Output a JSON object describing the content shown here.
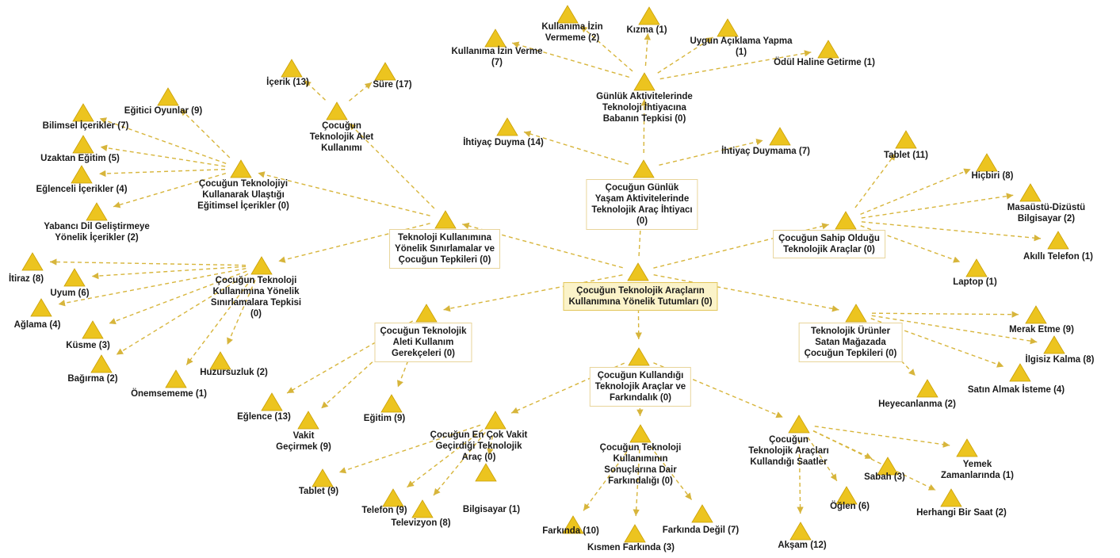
{
  "nodes": [
    {
      "id": "root",
      "label": "Çocuğun Teknolojik Araçların\nKullanımına Yönelik Tutumları (0)",
      "kind": "root"
    },
    {
      "id": "gunluk",
      "label": "Çocuğun Günlük\nYaşam Aktivitelerinde\nTeknolojik Araç İhtiyacı\n(0)",
      "kind": "box"
    },
    {
      "id": "babanin",
      "label": "Günlük Aktivitelerinde\nTeknoloji İhtiyacına\nBabanın Tepkisi (0)",
      "kind": "plain"
    },
    {
      "id": "izin_vermeme",
      "label": "Kullanıma İzin\nVermeme (2)",
      "kind": "plain"
    },
    {
      "id": "kizma",
      "label": "Kızma (1)",
      "kind": "plain"
    },
    {
      "id": "uygun",
      "label": "Uygun Açıklama Yapma\n(1)",
      "kind": "plain"
    },
    {
      "id": "izin_verme",
      "label": "Kullanıma İzin Verme\n(7)",
      "kind": "plain"
    },
    {
      "id": "odul",
      "label": "Ödül Haline Getirme (1)",
      "kind": "plain"
    },
    {
      "id": "ihtiyac_duyma",
      "label": "İhtiyaç Duyma (14)",
      "kind": "plain"
    },
    {
      "id": "ihtiyac_duymama",
      "label": "İhtiyaç Duymama (7)",
      "kind": "plain"
    },
    {
      "id": "sahip",
      "label": "Çocuğun Sahip Olduğu\nTeknolojik Araçlar (0)",
      "kind": "box"
    },
    {
      "id": "tablet11",
      "label": "Tablet (11)",
      "kind": "plain"
    },
    {
      "id": "hicbiri",
      "label": "Hiçbiri (8)",
      "kind": "plain"
    },
    {
      "id": "masaustu",
      "label": "Masaüstü-Dizüstü\nBilgisayar (2)",
      "kind": "plain"
    },
    {
      "id": "akilli",
      "label": "Akıllı Telefon (1)",
      "kind": "plain"
    },
    {
      "id": "laptop",
      "label": "Laptop (1)",
      "kind": "plain"
    },
    {
      "id": "magaza",
      "label": "Teknolojik Ürünler\nSatan Mağazada\nÇocuğun Tepkileri (0)",
      "kind": "box"
    },
    {
      "id": "merak",
      "label": "Merak Etme (9)",
      "kind": "plain"
    },
    {
      "id": "ilgisiz",
      "label": "İlgisiz Kalma (8)",
      "kind": "plain"
    },
    {
      "id": "satin",
      "label": "Satın Almak İsteme (4)",
      "kind": "plain"
    },
    {
      "id": "heyecan",
      "label": "Heyecanlanma (2)",
      "kind": "plain"
    },
    {
      "id": "farkindalik",
      "label": "Çocuğun Kullandığı\nTeknolojik Araçlar ve\nFarkındalık (0)",
      "kind": "box"
    },
    {
      "id": "saatler",
      "label": "Çocuğun\nTeknolojik Araçları\nKullandığı Saatler",
      "kind": "plain"
    },
    {
      "id": "yemek",
      "label": "Yemek\nZamanlarında (1)",
      "kind": "plain"
    },
    {
      "id": "sabah",
      "label": "Sabah (3)",
      "kind": "plain"
    },
    {
      "id": "herhangi",
      "label": "Herhangi Bir Saat (2)",
      "kind": "plain"
    },
    {
      "id": "oglen",
      "label": "Öğlen (6)",
      "kind": "plain"
    },
    {
      "id": "aksam",
      "label": "Akşam (12)",
      "kind": "plain"
    },
    {
      "id": "sonuclar",
      "label": "Çocuğun Teknoloji\nKullanımının\nSonuçlarına Dair\nFarkındalığı (0)",
      "kind": "plain"
    },
    {
      "id": "farkinda",
      "label": "Farkında (10)",
      "kind": "plain"
    },
    {
      "id": "kismen",
      "label": "Kısmen Farkında (3)",
      "kind": "plain"
    },
    {
      "id": "farkinda_degil",
      "label": "Farkında Değil (7)",
      "kind": "plain"
    },
    {
      "id": "encok",
      "label": "Çocuğun En Çok Vakit\nGeçirdiği Teknolojik\nAraç (0)",
      "kind": "plain"
    },
    {
      "id": "tablet9",
      "label": "Tablet (9)",
      "kind": "plain"
    },
    {
      "id": "telefon",
      "label": "Telefon (9)",
      "kind": "plain"
    },
    {
      "id": "televizyon",
      "label": "Televizyon (8)",
      "kind": "plain"
    },
    {
      "id": "bilgisayar",
      "label": "Bilgisayar (1)",
      "kind": "plain"
    },
    {
      "id": "gerekce",
      "label": "Çocuğun Teknolojik\nAleti Kullanım\nGerekçeleri (0)",
      "kind": "box"
    },
    {
      "id": "eglence",
      "label": "Eğlence (13)",
      "kind": "plain"
    },
    {
      "id": "vakit",
      "label": "Vakit\nGeçirmek (9)",
      "kind": "plain"
    },
    {
      "id": "egitim",
      "label": "Eğitim (9)",
      "kind": "plain"
    },
    {
      "id": "sinirlama",
      "label": "Teknoloji Kullanımına\nYönelik Sınırlamalar ve\nÇocuğun Tepkileri (0)",
      "kind": "box"
    },
    {
      "id": "sinirlama_tepki",
      "label": "Çocuğun Teknoloji\nKullanımına Yönelik\nSınırlamalara Tepkisi\n(0)",
      "kind": "plain"
    },
    {
      "id": "itiraz",
      "label": "İtiraz (8)",
      "kind": "plain"
    },
    {
      "id": "uyum",
      "label": "Uyum (6)",
      "kind": "plain"
    },
    {
      "id": "aglama",
      "label": "Ağlama (4)",
      "kind": "plain"
    },
    {
      "id": "kusme",
      "label": "Küsme (3)",
      "kind": "plain"
    },
    {
      "id": "bagirma",
      "label": "Bağırma (2)",
      "kind": "plain"
    },
    {
      "id": "huzursuzluk",
      "label": "Huzursuzluk (2)",
      "kind": "plain"
    },
    {
      "id": "onemsememe",
      "label": "Önemsememe (1)",
      "kind": "plain"
    },
    {
      "id": "egitimsel",
      "label": "Çocuğun Teknolojiyi\nKullanarak Ulaştığı\nEğitimsel İçerikler (0)",
      "kind": "plain"
    },
    {
      "id": "egitici",
      "label": "Eğitici Oyunlar (9)",
      "kind": "plain"
    },
    {
      "id": "bilimsel",
      "label": "Bilimsel İçerikler (7)",
      "kind": "plain"
    },
    {
      "id": "uzaktan",
      "label": "Uzaktan Eğitim (5)",
      "kind": "plain"
    },
    {
      "id": "eglenceli",
      "label": "Eğlenceli İçerikler (4)",
      "kind": "plain"
    },
    {
      "id": "yabanci",
      "label": "Yabancı Dil Geliştirmeye\nYönelik İçerikler (2)",
      "kind": "plain"
    },
    {
      "id": "alet",
      "label": "Çocuğun\nTeknolojik Alet\nKullanımı",
      "kind": "plain"
    },
    {
      "id": "icerik",
      "label": "İçerik (13)",
      "kind": "plain"
    },
    {
      "id": "sure",
      "label": "Süre (17)",
      "kind": "plain"
    }
  ],
  "edges": [
    [
      "root",
      "gunluk"
    ],
    [
      "root",
      "sahip"
    ],
    [
      "root",
      "magaza"
    ],
    [
      "root",
      "farkindalik"
    ],
    [
      "root",
      "gerekce"
    ],
    [
      "root",
      "sinirlama"
    ],
    [
      "gunluk",
      "babanin"
    ],
    [
      "gunluk",
      "ihtiyac_duyma"
    ],
    [
      "gunluk",
      "ihtiyac_duymama"
    ],
    [
      "babanin",
      "izin_vermeme"
    ],
    [
      "babanin",
      "kizma"
    ],
    [
      "babanin",
      "uygun"
    ],
    [
      "babanin",
      "izin_verme"
    ],
    [
      "babanin",
      "odul"
    ],
    [
      "sahip",
      "tablet11"
    ],
    [
      "sahip",
      "hicbiri"
    ],
    [
      "sahip",
      "masaustu"
    ],
    [
      "sahip",
      "akilli"
    ],
    [
      "sahip",
      "laptop"
    ],
    [
      "magaza",
      "merak"
    ],
    [
      "magaza",
      "ilgisiz"
    ],
    [
      "magaza",
      "satin"
    ],
    [
      "magaza",
      "heyecan"
    ],
    [
      "farkindalik",
      "saatler"
    ],
    [
      "farkindalik",
      "sonuclar"
    ],
    [
      "farkindalik",
      "encok"
    ],
    [
      "saatler",
      "yemek"
    ],
    [
      "saatler",
      "sabah"
    ],
    [
      "saatler",
      "herhangi"
    ],
    [
      "saatler",
      "oglen"
    ],
    [
      "saatler",
      "aksam"
    ],
    [
      "sonuclar",
      "farkinda"
    ],
    [
      "sonuclar",
      "kismen"
    ],
    [
      "sonuclar",
      "farkinda_degil"
    ],
    [
      "encok",
      "tablet9"
    ],
    [
      "encok",
      "telefon"
    ],
    [
      "encok",
      "televizyon"
    ],
    [
      "encok",
      "bilgisayar"
    ],
    [
      "gerekce",
      "eglence"
    ],
    [
      "gerekce",
      "vakit"
    ],
    [
      "gerekce",
      "egitim"
    ],
    [
      "sinirlama",
      "sinirlama_tepki"
    ],
    [
      "sinirlama",
      "egitimsel"
    ],
    [
      "sinirlama",
      "alet"
    ],
    [
      "sinirlama_tepki",
      "itiraz"
    ],
    [
      "sinirlama_tepki",
      "uyum"
    ],
    [
      "sinirlama_tepki",
      "aglama"
    ],
    [
      "sinirlama_tepki",
      "kusme"
    ],
    [
      "sinirlama_tepki",
      "bagirma"
    ],
    [
      "sinirlama_tepki",
      "huzursuzluk"
    ],
    [
      "sinirlama_tepki",
      "onemsememe"
    ],
    [
      "egitimsel",
      "egitici"
    ],
    [
      "egitimsel",
      "bilimsel"
    ],
    [
      "egitimsel",
      "uzaktan"
    ],
    [
      "egitimsel",
      "eglenceli"
    ],
    [
      "egitimsel",
      "yabanci"
    ],
    [
      "alet",
      "icerik"
    ],
    [
      "alet",
      "sure"
    ]
  ],
  "colors": {
    "triangle": "#ecc41f",
    "edge": "#d7b53b",
    "root_fill": "#fbf3c9",
    "box_border": "#e8d49a"
  }
}
